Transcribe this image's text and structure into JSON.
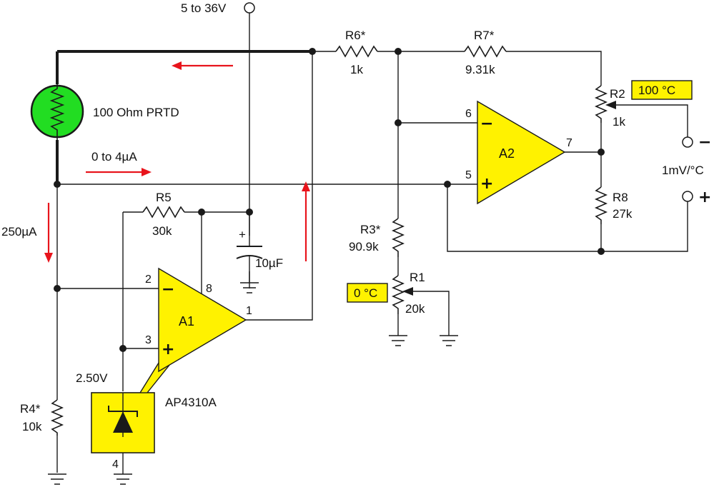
{
  "supply": {
    "label": "5 to 36V"
  },
  "rtd": {
    "label": "100 Ohm PRTD",
    "color": "#22dd22"
  },
  "currents": {
    "rtd_current": "0 to 4µA",
    "bias_current": "250µA"
  },
  "resistors": {
    "r4": {
      "name": "R4*",
      "value": "10k"
    },
    "r5": {
      "name": "R5",
      "value": "30k"
    },
    "r6": {
      "name": "R6*",
      "value": "1k"
    },
    "r7": {
      "name": "R7*",
      "value": "9.31k"
    },
    "r3": {
      "name": "R3*",
      "value": "90.9k"
    },
    "r8": {
      "name": "R8",
      "value": "27k"
    }
  },
  "pots": {
    "r1": {
      "name": "R1",
      "value": "20k",
      "badge": "0 °C"
    },
    "r2": {
      "name": "R2",
      "value": "1k",
      "badge": "100 °C"
    }
  },
  "capacitor": {
    "value": "10µF",
    "polarity": "+"
  },
  "a1": {
    "name": "A1",
    "pin_inv": "2",
    "pin_noninv": "3",
    "pin_supply": "8",
    "pin_out": "1",
    "pin_gnd": "4",
    "minus": "−",
    "plus": "+"
  },
  "a2": {
    "name": "A2",
    "pin_inv": "6",
    "pin_noninv": "5",
    "pin_out": "7",
    "minus": "−",
    "plus": "+"
  },
  "reference": {
    "voltage": "2.50V",
    "part": "AP4310A"
  },
  "output": {
    "scale": "1mV/°C",
    "minus": "−",
    "plus": "+"
  },
  "colors": {
    "highlight": "#fff200",
    "arrow": "#e8141c",
    "rtd": "#22dd22"
  }
}
